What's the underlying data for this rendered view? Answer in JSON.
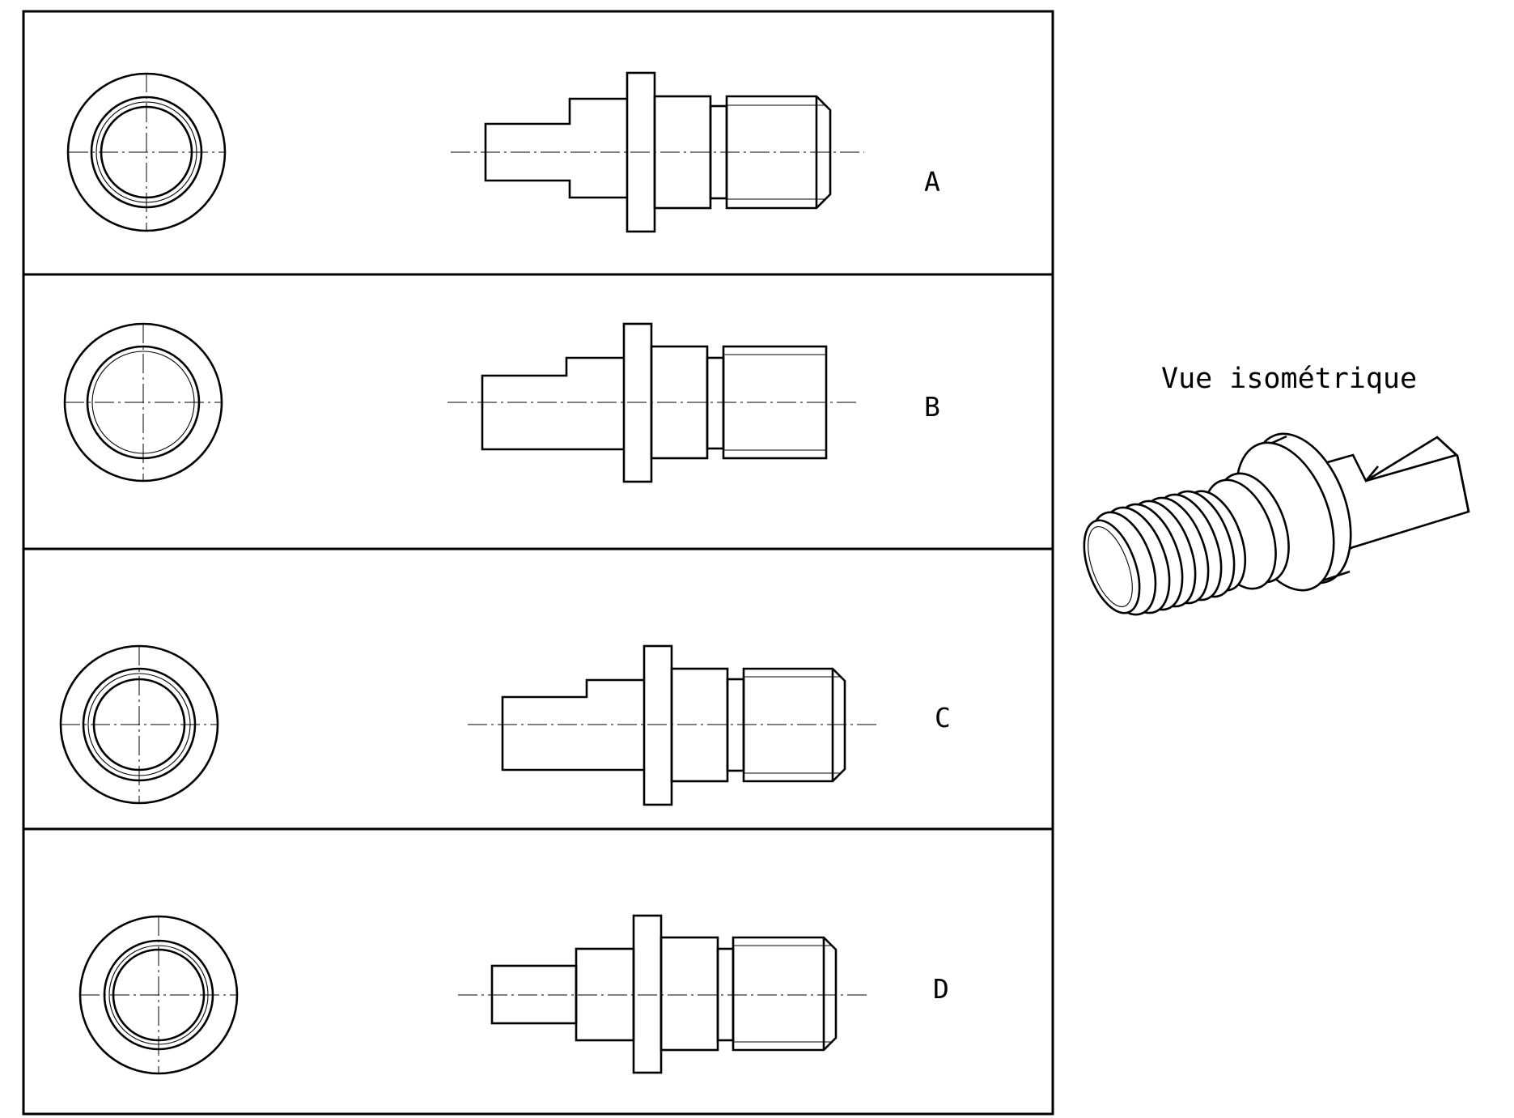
{
  "iso_view": {
    "title": "Vue isométrique"
  },
  "options": [
    {
      "label": "A"
    },
    {
      "label": "B"
    },
    {
      "label": "C"
    },
    {
      "label": "D"
    }
  ],
  "colors": {
    "line": "#000000",
    "background": "#ffffff"
  }
}
